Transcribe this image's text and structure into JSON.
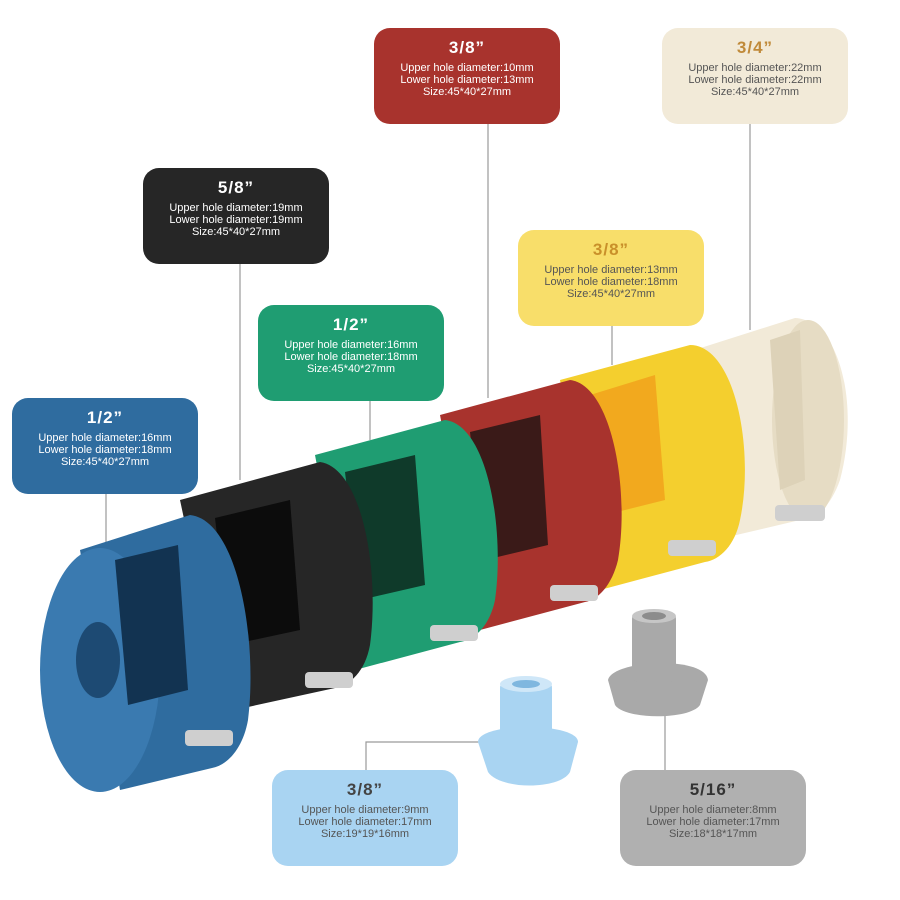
{
  "colors": {
    "blue": "#2f6c9f",
    "black": "#262626",
    "green": "#1f9d72",
    "red": "#a8332d",
    "yellow": "#f4cf2e",
    "cream": "#f2ead8",
    "light_blue": "#a9d4f2",
    "gray": "#a9a9a9",
    "label_gray": "#b0b0b0"
  },
  "labels": [
    {
      "size": "1/2”",
      "upper": "Upper hole diameter:16mm",
      "lower": "Lower hole diameter:18mm",
      "dims": "Size:45*40*27mm"
    },
    {
      "size": "5/8”",
      "upper": "Upper hole diameter:19mm",
      "lower": "Lower hole diameter:19mm",
      "dims": "Size:45*40*27mm"
    },
    {
      "size": "1/2”",
      "upper": "Upper hole diameter:16mm",
      "lower": "Lower hole diameter:18mm",
      "dims": "Size:45*40*27mm"
    },
    {
      "size": "3/8”",
      "upper": "Upper hole diameter:10mm",
      "lower": "Lower hole diameter:13mm",
      "dims": "Size:45*40*27mm"
    },
    {
      "size": "3/8”",
      "upper": "Upper hole diameter:13mm",
      "lower": "Lower hole diameter:18mm",
      "dims": "Size:45*40*27mm"
    },
    {
      "size": "3/4”",
      "upper": "Upper hole diameter:22mm",
      "lower": "Lower hole diameter:22mm",
      "dims": "Size:45*40*27mm"
    },
    {
      "size": "3/8”",
      "upper": "Upper hole diameter:9mm",
      "lower": "Lower hole diameter:17mm",
      "dims": "Size:19*19*16mm"
    },
    {
      "size": "5/16”",
      "upper": "Upper hole diameter:8mm",
      "lower": "Lower hole diameter:17mm",
      "dims": "Size:18*18*17mm"
    }
  ]
}
